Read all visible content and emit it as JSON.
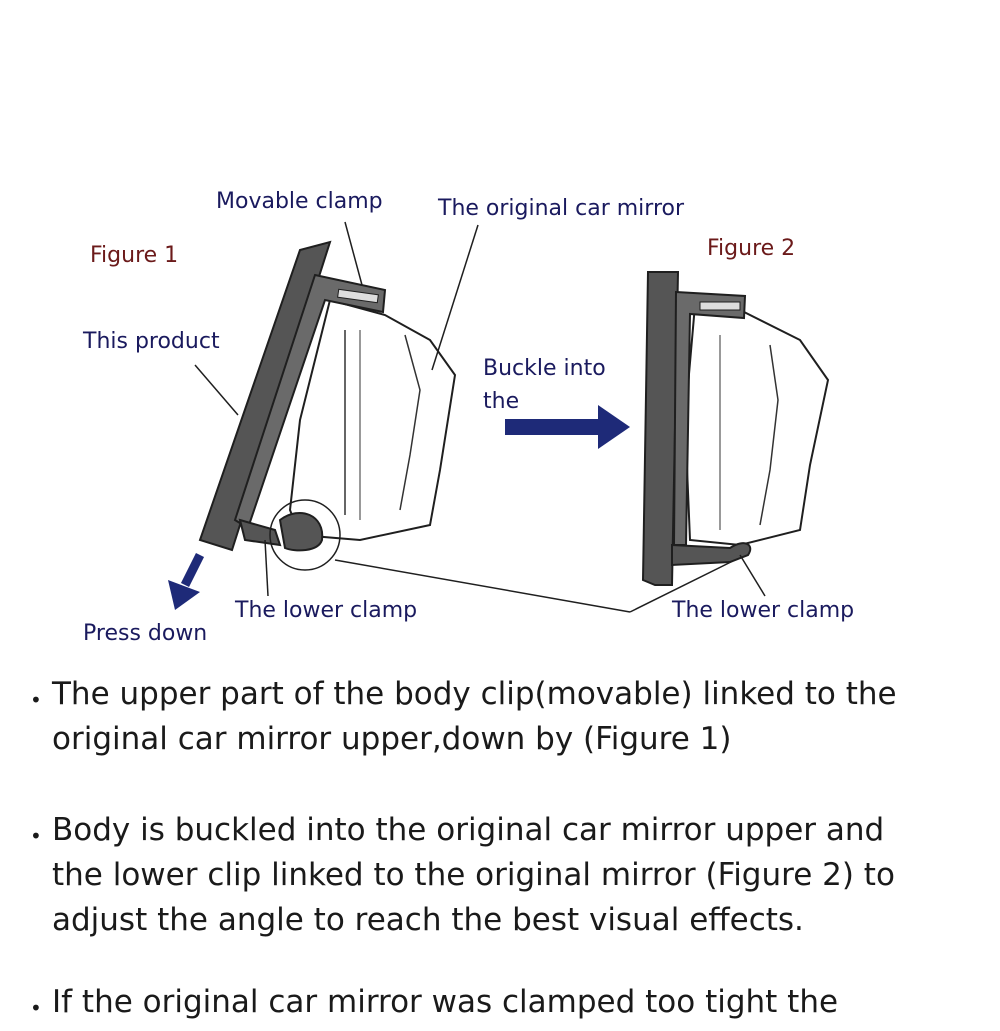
{
  "diagram": {
    "figure1": {
      "label": "Figure 1"
    },
    "figure2": {
      "label": "Figure 2"
    },
    "callouts": {
      "movable_clamp": "Movable clamp",
      "original_mirror": "The original car mirror",
      "this_product": "This product",
      "buckle_line1": "Buckle into",
      "buckle_line2": "the",
      "lower_clamp_fig1": "The lower clamp",
      "lower_clamp_fig2": "The lower clamp",
      "press_down": "Press down"
    },
    "colors": {
      "body_dark": "#555555",
      "body_outline": "#1f1f1f",
      "arrow_blue": "#1e2a78",
      "figure_label": "#6b1a1a",
      "callout_label": "#1a1a5e"
    }
  },
  "bullets": [
    {
      "marker": "•",
      "lines": [
        "The upper part of the body clip(movable) linked to the",
        "original car mirror upper,down by (Figure 1)"
      ]
    },
    {
      "marker": "•",
      "lines": [
        "Body is buckled into the original car mirror upper and",
        "the lower clip linked to the original mirror (Figure 2) to",
        "adjust the angle to reach the best visual effects."
      ]
    },
    {
      "marker": "•",
      "lines": [
        "If the original car mirror was clamped too tight the"
      ]
    }
  ]
}
